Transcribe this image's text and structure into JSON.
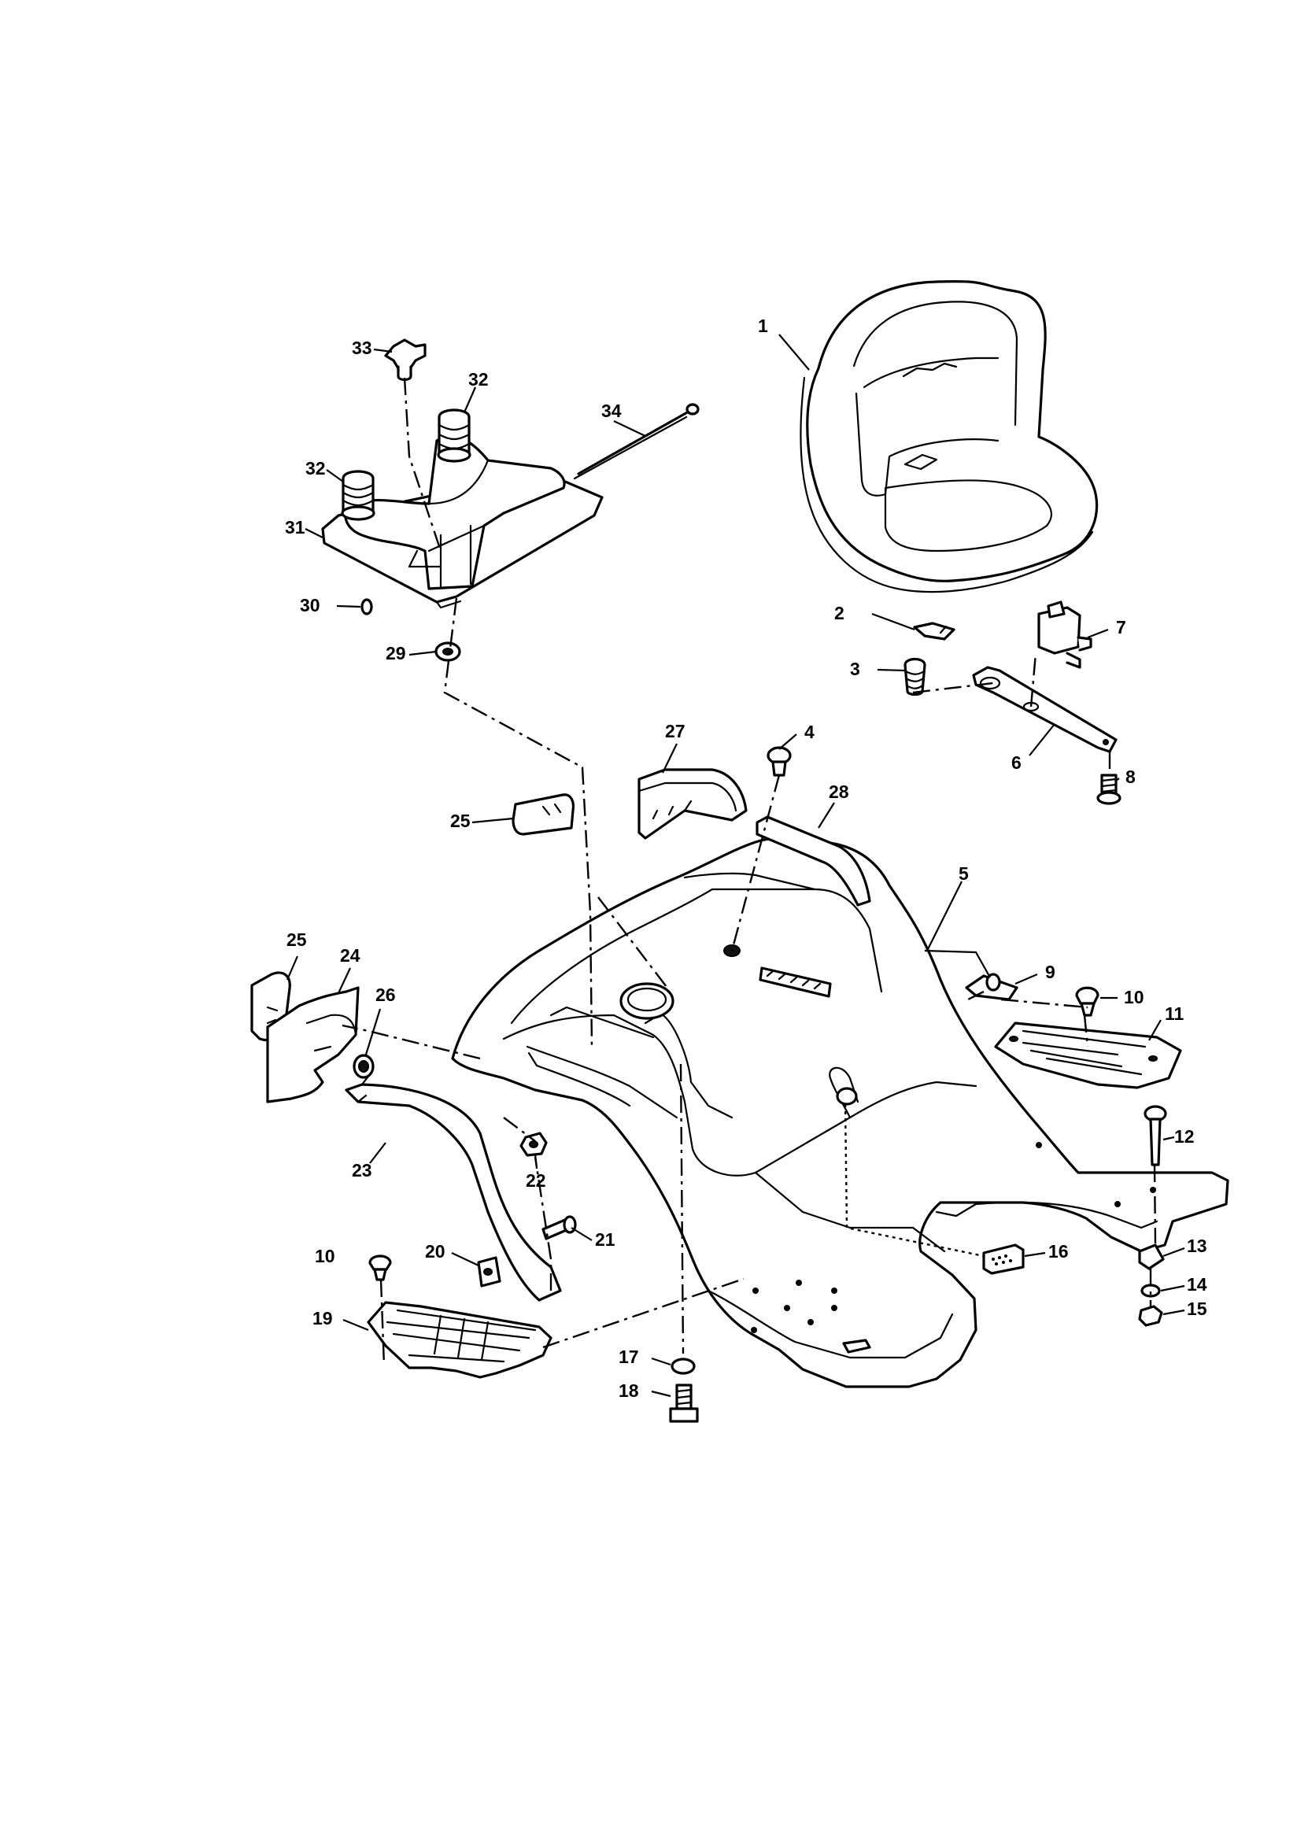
{
  "callouts": {
    "c1": "1",
    "c2": "2",
    "c3": "3",
    "c4": "4",
    "c5": "5",
    "c6": "6",
    "c7": "7",
    "c8": "8",
    "c9": "9",
    "c10a": "10",
    "c10b": "10",
    "c11": "11",
    "c12": "12",
    "c13": "13",
    "c14": "14",
    "c15": "15",
    "c16": "16",
    "c17": "17",
    "c18": "18",
    "c19": "19",
    "c20": "20",
    "c21": "21",
    "c22": "22",
    "c23": "23",
    "c24": "24",
    "c25a": "25",
    "c25b": "25",
    "c26": "26",
    "c27": "27",
    "c28": "28",
    "c29": "29",
    "c30": "30",
    "c31": "31",
    "c32a": "32",
    "c32b": "32",
    "c33": "33",
    "c34": "34"
  }
}
